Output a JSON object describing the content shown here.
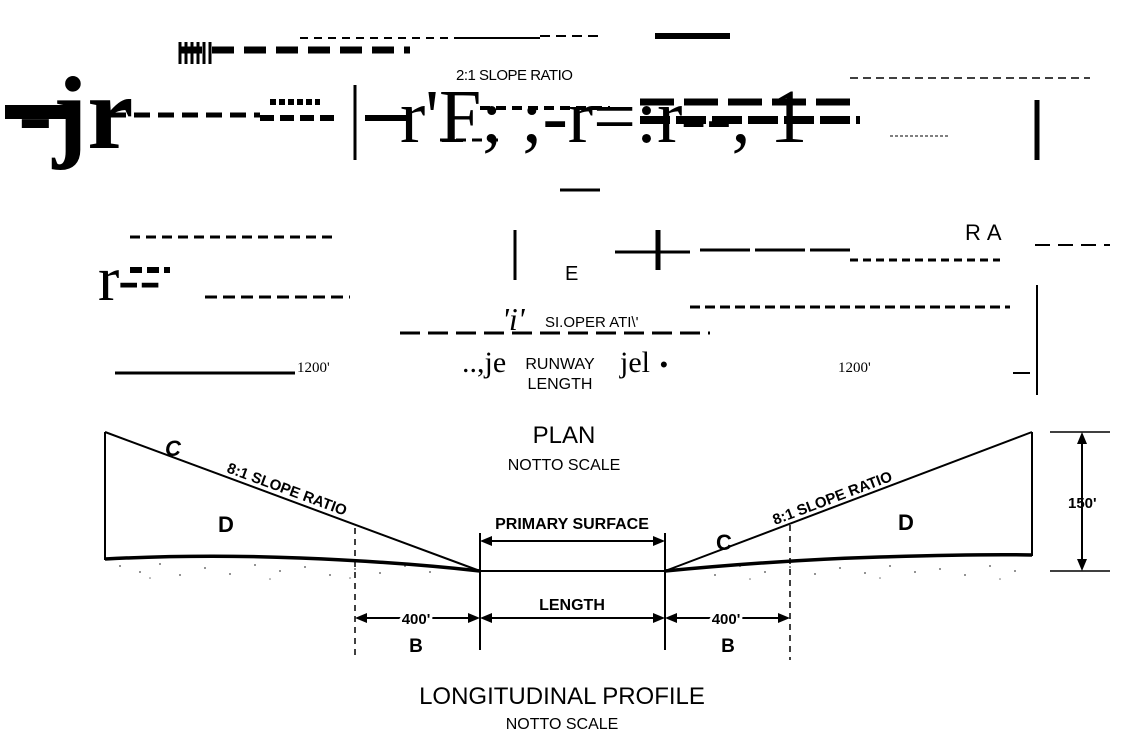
{
  "plan": {
    "top_ratio_label": "2:1 SLOPE RATIO",
    "mid_ratio_label": "SI.OPER ATI\\'",
    "side_marker": "E",
    "garbled_left": "r--",
    "garbled_top": "-jr",
    "garbled_mid": "r'F; ;-r=:r--, 1",
    "ra_label": "RA",
    "ii_mark": "'i'",
    "left_dim": "1200'",
    "right_dim": "1200'",
    "runway_label": "RUNWAY",
    "length_label": "LENGTH",
    "je_left": "..,je",
    "je_right": "jel",
    "bullet": "•",
    "title": "PLAN",
    "subtitle": "NOTTO SCALE"
  },
  "profile": {
    "left_c": "C",
    "right_c": "C",
    "left_slope": "8:1 SLOPE RATIO",
    "right_slope": "8:1 SLOPE RATIO",
    "left_d": "D",
    "right_d": "D",
    "primary_surface": "PRIMARY SURFACE",
    "length": "LENGTH",
    "height": "150'",
    "left_dist": "400'",
    "right_dist": "400'",
    "left_b": "B",
    "right_b": "B",
    "title": "LONGITUDINAL PROFILE",
    "subtitle": "NOTTO SCALE"
  }
}
